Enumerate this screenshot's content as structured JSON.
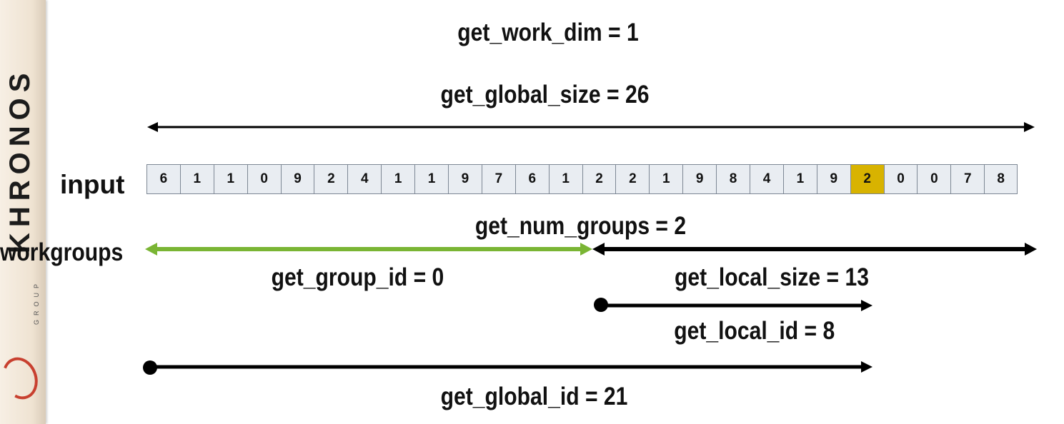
{
  "colors": {
    "cell_fill": "#e9edf2",
    "cell_border": "#7d8794",
    "highlight_cell": "#d8b300",
    "group0_arrow": "#7ab534",
    "arrow": "#000000"
  },
  "sidebar": {
    "logo_text": "KHRONOS",
    "logo_subtext": "GROUP"
  },
  "labels": {
    "work_dim": "get_work_dim = 1",
    "global_size": "get_global_size = 26",
    "input": "input",
    "num_groups": "get_num_groups = 2",
    "workgroups": "workgroups",
    "group_id": "get_group_id = 0",
    "local_size": "get_local_size = 13",
    "local_id": "get_local_id = 8",
    "global_id": "get_global_id = 21"
  },
  "input": {
    "values": [
      "6",
      "1",
      "1",
      "0",
      "9",
      "2",
      "4",
      "1",
      "1",
      "9",
      "7",
      "6",
      "1",
      "2",
      "2",
      "1",
      "9",
      "8",
      "4",
      "1",
      "9",
      "2",
      "0",
      "0",
      "7",
      "8"
    ],
    "highlighted_index": 21
  }
}
